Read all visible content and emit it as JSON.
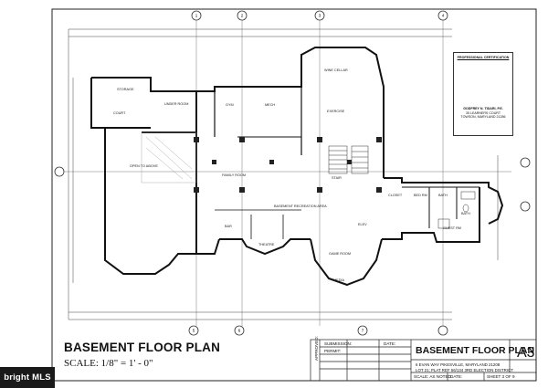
{
  "drawing": {
    "title": "BASEMENT FLOOR PLAN",
    "scale": "SCALE: 1/8\" = 1' - 0\""
  },
  "certification": {
    "heading": "PROFESSIONAL CERTIFICATION",
    "signer_line1": "GODFREY N. TIDARI, P.E.",
    "signer_line2": "35 LEARNERS COURT",
    "signer_line3": "TOWSON, MARYLAND 21286"
  },
  "title_block": {
    "submission_label": "SUBMISSION:",
    "date_label": "DATE:",
    "permit_label": "PERMIT:",
    "approved_label": "APPROVED:",
    "sheet_title": "BASEMENT FLOOR PLAN",
    "sheet_number": "A3",
    "address_line1": "6 EVAN WAY PIKESVILLE, MARYLAND 21208",
    "address_line2": "LOT 21; PLAT REF 56/134 3RD ELECTION DISTRICT",
    "scale_cell": "SCALE: AS NOTED",
    "date_cell": "DATE:",
    "sheet_cell": "SHEET 3 OF 9"
  },
  "rooms": {
    "storage": "STORAGE",
    "court": "COURT",
    "under_room": "UNDER ROOM",
    "open_to_above": "OPEN TO ABOVE",
    "bar": "BAR",
    "family_room": "FAMILY ROOM",
    "theatre": "THEATRE",
    "recreation": "BASEMENT RECREATION AREA",
    "gym": "GYM",
    "mech": "MECH",
    "bath": "BATH",
    "wine": "WINE CELLAR",
    "stair": "STAIR",
    "bed": "BED RM",
    "bath2": "BATH",
    "guest": "GUEST RM",
    "exercise": "EXERCISE",
    "game": "GAME ROOM",
    "closet": "CLOSET",
    "media": "MEDIA",
    "elev": "ELEV"
  },
  "grid_markers": [
    "1",
    "2",
    "3",
    "4",
    "5",
    "6",
    "7"
  ],
  "watermark": "bright MLS"
}
